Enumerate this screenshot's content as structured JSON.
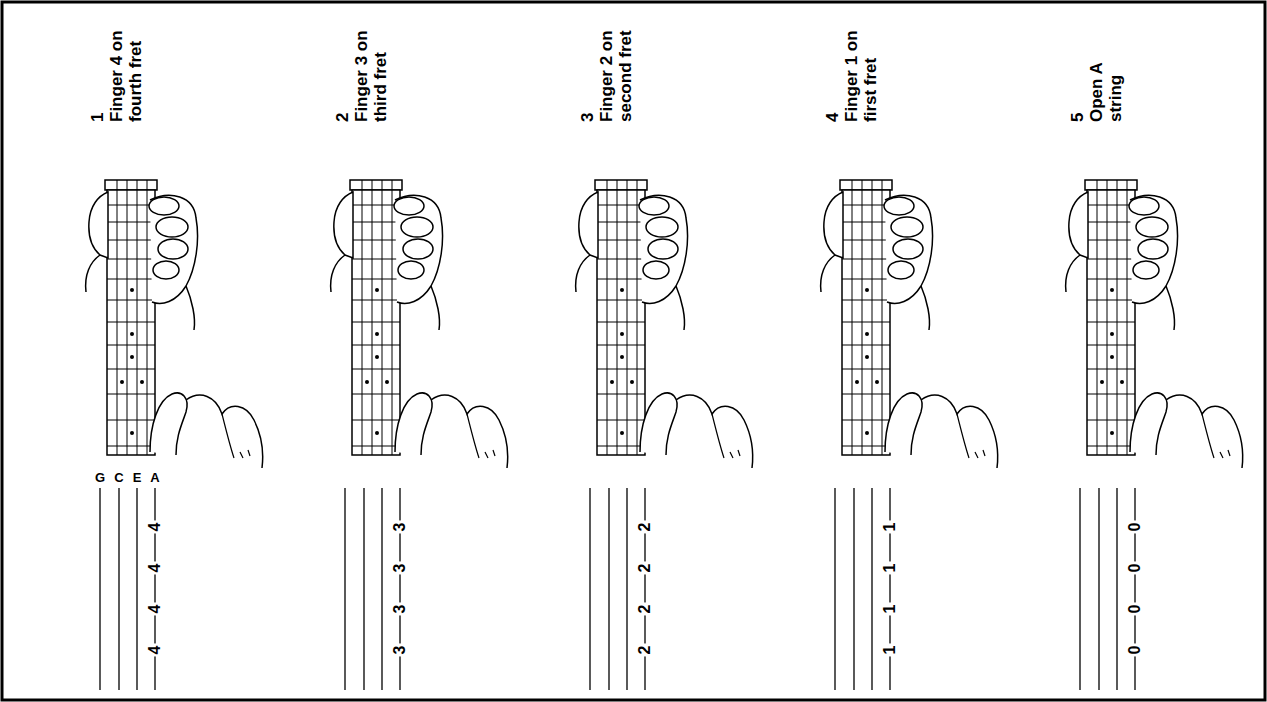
{
  "diagram": {
    "labels": [
      "1",
      "Finger 4 on fourth fret",
      "2",
      "Finger 3 on third fret",
      "3",
      "Finger 2 on second fret",
      "4",
      "Finger 1 on first fret",
      "5",
      "Open A string",
      "G",
      "C",
      "E",
      "A",
      "4",
      "4",
      "4",
      "4",
      "3",
      "3",
      "3",
      "3",
      "2",
      "2",
      "2",
      "2",
      "1",
      "1",
      "1",
      "1",
      "0",
      "0",
      "0",
      "0"
    ]
  }
}
